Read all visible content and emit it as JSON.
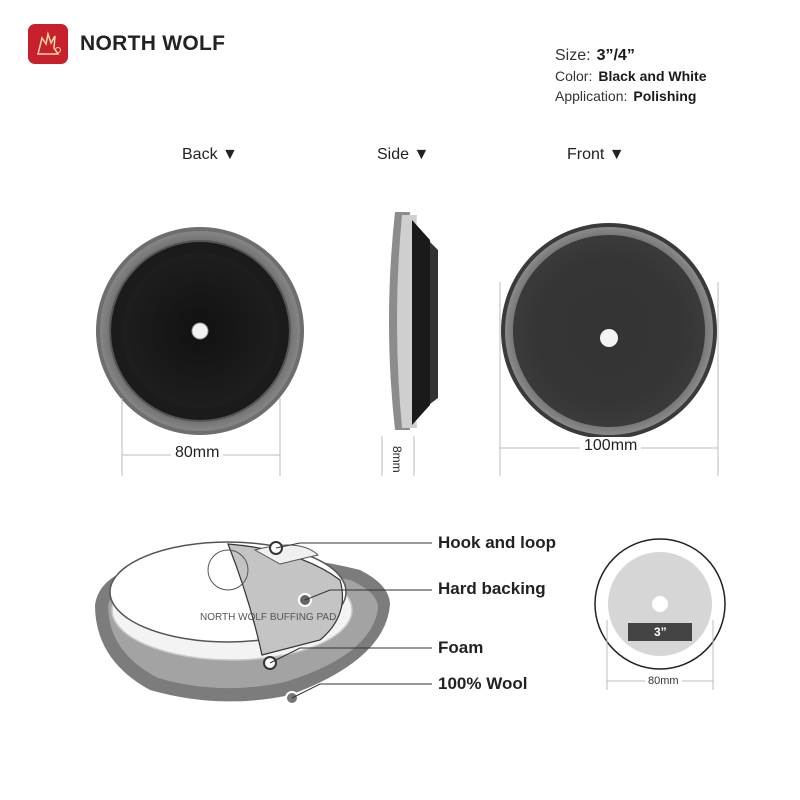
{
  "brand": {
    "name": "NORTH WOLF",
    "logo_icon": "wolf-logo-icon",
    "accent_color": "#c8202c"
  },
  "specs": {
    "size_label": "Size:",
    "size_value": "3”/4”",
    "color_label": "Color:",
    "color_value": "Black and White",
    "application_label": "Application:",
    "application_value": "Polishing"
  },
  "views": {
    "back_label": "Back ▼",
    "side_label": "Side ▼",
    "front_label": "Front ▼"
  },
  "dimensions": {
    "back_width": "80mm",
    "side_thickness": "8mm",
    "front_width": "100mm"
  },
  "layers": {
    "hook_and_loop": "Hook and loop",
    "hard_backing": "Hard backing",
    "foam": "Foam",
    "wool": "100% Wool",
    "pad_printed_text": "NORTH WOLF BUFFING PAD"
  },
  "diagram": {
    "size_tag": "3”",
    "width": "80mm"
  }
}
